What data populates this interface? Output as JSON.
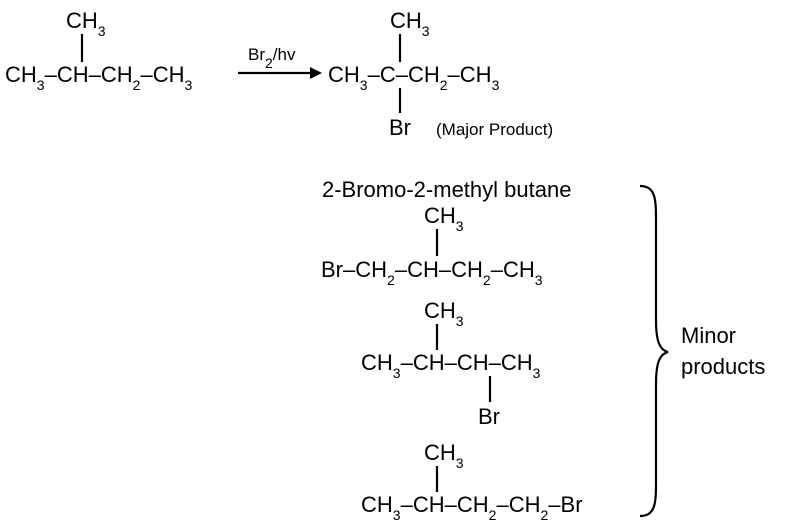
{
  "reactant": {
    "branch": "CH3",
    "chain": [
      "CH3",
      "CH",
      "CH2",
      "CH3"
    ]
  },
  "reagent": "Br2/hv",
  "major": {
    "branch_top": "CH3",
    "chain": [
      "CH3",
      "C",
      "CH2",
      "CH3"
    ],
    "branch_bottom": "Br",
    "note": "(Major Product)",
    "name": "2-Bromo-2-methyl butane"
  },
  "minor": {
    "label_line1": "Minor",
    "label_line2": "products",
    "product1": {
      "branch": "CH3",
      "chain": [
        "Br",
        "CH2",
        "CH",
        "CH2",
        "CH3"
      ]
    },
    "product2": {
      "branch_top": "CH3",
      "chain": [
        "CH3",
        "CH",
        "CH",
        "CH3"
      ],
      "branch_bottom": "Br"
    },
    "product3": {
      "branch": "CH3",
      "chain": [
        "CH3",
        "CH",
        "CH2",
        "CH2",
        "Br"
      ]
    }
  }
}
